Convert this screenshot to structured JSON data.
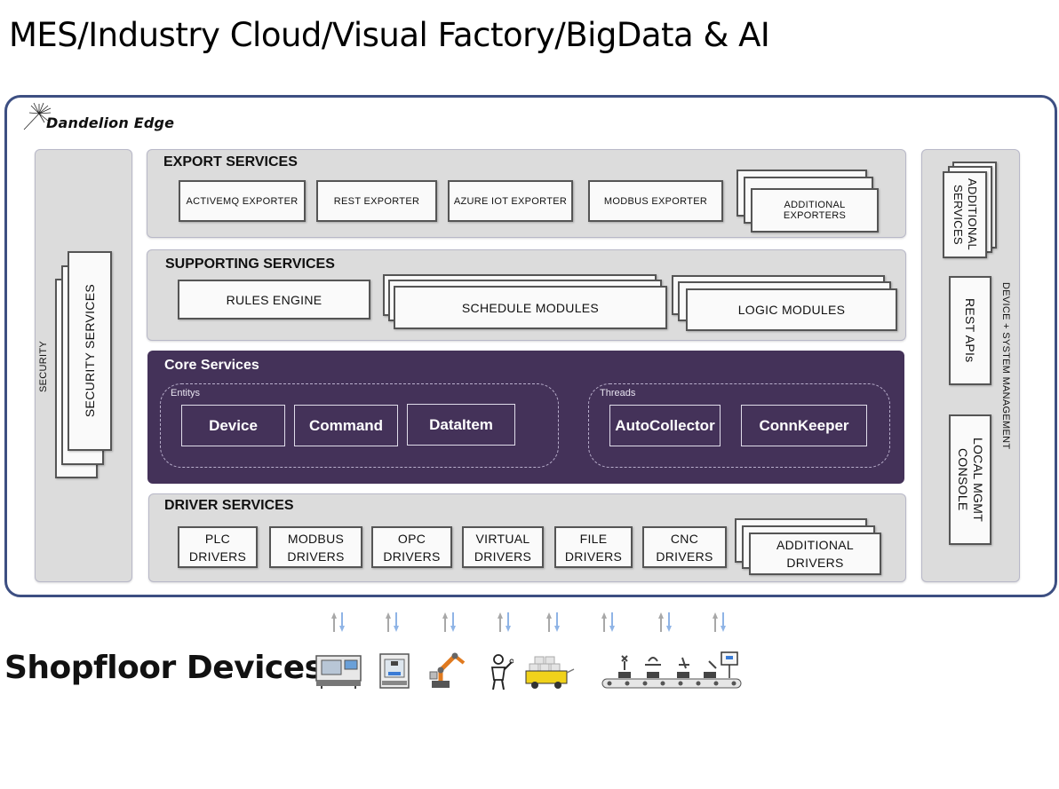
{
  "title": "MES/Industry Cloud/Visual Factory/BigData & AI",
  "brand": "Dandelion Edge",
  "security": {
    "panel_label": "SECURITY",
    "services_label": "SECURITY SERVICES"
  },
  "export": {
    "title": "EXPORT SERVICES",
    "items": [
      "ACTIVEMQ EXPORTER",
      "REST EXPORTER",
      "AZURE IOT EXPORTER",
      "MODBUS EXPORTER"
    ],
    "additional": "ADDITIONAL EXPORTERS"
  },
  "supporting": {
    "title": "SUPPORTING SERVICES",
    "rules": "RULES ENGINE",
    "schedule": "SCHEDULE MODULES",
    "logic": "LOGIC MODULES"
  },
  "core": {
    "title": "Core Services",
    "entitys_label": "Entitys",
    "entitys": [
      "Device",
      "Command",
      "DataItem"
    ],
    "threads_label": "Threads",
    "threads": [
      "AutoCollector",
      "ConnKeeper"
    ]
  },
  "driver": {
    "title": "DRIVER SERVICES",
    "items": [
      {
        "line1": "PLC",
        "line2": "DRIVERS"
      },
      {
        "line1": "MODBUS",
        "line2": "DRIVERS"
      },
      {
        "line1": "OPC",
        "line2": "DRIVERS"
      },
      {
        "line1": "VIRTUAL",
        "line2": "DRIVERS"
      },
      {
        "line1": "FILE",
        "line2": "DRIVERS"
      },
      {
        "line1": "CNC",
        "line2": "DRIVERS"
      }
    ],
    "additional_line1": "ADDITIONAL",
    "additional_line2": "DRIVERS"
  },
  "management": {
    "panel_label": "DEVICE + SYSTEM MANAGEMENT",
    "additional_services": "ADDITIONAL SERVICES",
    "rest_apis": "REST APIs",
    "local_console": "LOCAL MGMT CONSOLE"
  },
  "shopfloor": {
    "title": "Shopfloor Devices",
    "devices": [
      "cnc-machine-icon",
      "3d-printer-icon",
      "robot-arm-icon",
      "technician-icon",
      "agv-cart-icon",
      "conveyor-line-icon"
    ]
  },
  "colors": {
    "frame": "#3d4f82",
    "core_bg": "#443259",
    "panel_bg": "#dcdcdc",
    "arrow_up": "#a8a8a8",
    "arrow_down": "#8fb4e6"
  }
}
